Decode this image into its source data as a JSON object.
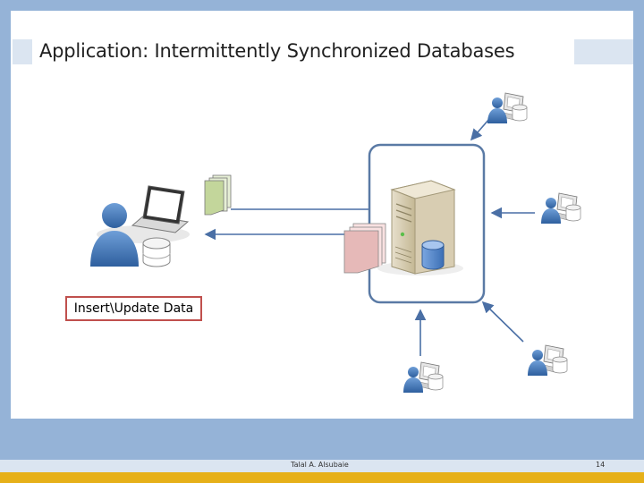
{
  "slide": {
    "title": "Application: Intermittently Synchronized Databases",
    "author": "Talal A. Alsubaie",
    "page_number": "14"
  },
  "diagram": {
    "action_label": "Insert\\Update Data",
    "nodes": [
      "laptop-user",
      "central-server",
      "remote-client-top",
      "remote-client-right",
      "remote-client-bottom",
      "remote-client-bottom-right"
    ],
    "icons": [
      "user-icon",
      "laptop-icon",
      "database-icon",
      "document-stack-icon",
      "server-icon",
      "workstation-icon"
    ]
  },
  "colors": {
    "slide_background": "#95b3d7",
    "footer_accent": "#e6b019",
    "label_border": "#c0504d",
    "connector": "#4a6fa5",
    "server_frame": "#5a7aa5"
  }
}
